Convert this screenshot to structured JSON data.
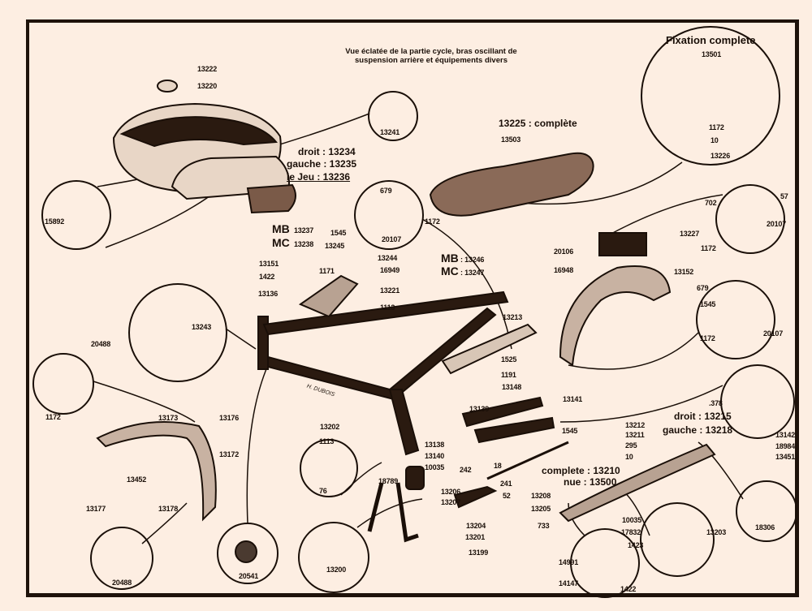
{
  "title": {
    "line1": "Vue éclatée de la partie cycle, bras oscillant de",
    "line2": "suspension arrière et équipements divers"
  },
  "fixation": {
    "title": "Fixation complete",
    "number": "13501"
  },
  "signature": "H. DUBOIS",
  "groups": {
    "tank_badges": {
      "droit": "droit : 13234",
      "gauche": "gauche : 13235",
      "jeu": "le Jeu : 13236"
    },
    "tank_strip": {
      "mb": "MB",
      "mb_num": "13237",
      "mc": "MC",
      "mc_num": "13238"
    },
    "saddle": {
      "complete": "13225 : complète",
      "cover": "13503"
    },
    "frame_plate": {
      "mb": "MB",
      "mb_num": ": 13246",
      "mc": "MC",
      "mc_num": ": 13247"
    },
    "silencer": {
      "droit": "droit : 13215",
      "gauche": "gauche : 13218"
    },
    "rod": {
      "complete": "complete : 13210",
      "nue": "nue : 13500"
    }
  },
  "labels": [
    {
      "id": "13222",
      "text": "13222"
    },
    {
      "id": "13220",
      "text": "13220"
    },
    {
      "id": "13241",
      "text": "13241"
    },
    {
      "id": "15892",
      "text": "15892"
    },
    {
      "id": "679a",
      "text": "679"
    },
    {
      "id": "1545a",
      "text": "1545"
    },
    {
      "id": "1172a",
      "text": "1172"
    },
    {
      "id": "20107a",
      "text": "20107"
    },
    {
      "id": "13245",
      "text": "13245"
    },
    {
      "id": "1171",
      "text": "1171"
    },
    {
      "id": "13244",
      "text": "13244"
    },
    {
      "id": "13151",
      "text": "13151"
    },
    {
      "id": "1422a",
      "text": "1422"
    },
    {
      "id": "16949",
      "text": "16949"
    },
    {
      "id": "13221",
      "text": "13221"
    },
    {
      "id": "1113a",
      "text": "1113"
    },
    {
      "id": "13136",
      "text": "13136"
    },
    {
      "id": "13243",
      "text": "13243"
    },
    {
      "id": "20488a",
      "text": "20488"
    },
    {
      "id": "1172b",
      "text": "1172"
    },
    {
      "id": "13173",
      "text": "13173"
    },
    {
      "id": "13176",
      "text": "13176"
    },
    {
      "id": "13172",
      "text": "13172"
    },
    {
      "id": "13452",
      "text": "13452"
    },
    {
      "id": "13177",
      "text": "13177"
    },
    {
      "id": "13178",
      "text": "13178"
    },
    {
      "id": "20488b",
      "text": "20488"
    },
    {
      "id": "20541",
      "text": "20541"
    },
    {
      "id": "13202",
      "text": "13202"
    },
    {
      "id": "1113b",
      "text": "1113"
    },
    {
      "id": "76",
      "text": "76"
    },
    {
      "id": "13200",
      "text": "13200"
    },
    {
      "id": "18789",
      "text": "18789"
    },
    {
      "id": "13199",
      "text": "13199"
    },
    {
      "id": "13201",
      "text": "13201"
    },
    {
      "id": "13204",
      "text": "13204"
    },
    {
      "id": "13213",
      "text": "13213"
    },
    {
      "id": "1525",
      "text": "1525"
    },
    {
      "id": "1191",
      "text": "1191"
    },
    {
      "id": "13148",
      "text": "13148"
    },
    {
      "id": "13141",
      "text": "13141"
    },
    {
      "id": "13139",
      "text": "13139"
    },
    {
      "id": "13138",
      "text": "13138"
    },
    {
      "id": "13140",
      "text": "13140"
    },
    {
      "id": "10035a",
      "text": "10035"
    },
    {
      "id": "242",
      "text": "242"
    },
    {
      "id": "18",
      "text": "18"
    },
    {
      "id": "241",
      "text": "241"
    },
    {
      "id": "52",
      "text": "52"
    },
    {
      "id": "13206",
      "text": "13206"
    },
    {
      "id": "13207",
      "text": "13207"
    },
    {
      "id": "13208",
      "text": "13208"
    },
    {
      "id": "13205",
      "text": "13205"
    },
    {
      "id": "733",
      "text": "733"
    },
    {
      "id": "1545b",
      "text": "1545"
    },
    {
      "id": "13212",
      "text": "13212"
    },
    {
      "id": "13211",
      "text": "13211"
    },
    {
      "id": "295",
      "text": "295"
    },
    {
      "id": "10",
      "text": "10"
    },
    {
      "id": "378",
      "text": ".378"
    },
    {
      "id": "13142",
      "text": "13142"
    },
    {
      "id": "18984",
      "text": "18984"
    },
    {
      "id": "13451",
      "text": "13451"
    },
    {
      "id": "18306",
      "text": "18306"
    },
    {
      "id": "10035b",
      "text": "10035"
    },
    {
      "id": "17832",
      "text": "17832"
    },
    {
      "id": "1423",
      "text": "1423"
    },
    {
      "id": "13203",
      "text": "13203"
    },
    {
      "id": "14991",
      "text": "14991"
    },
    {
      "id": "14147",
      "text": "14147"
    },
    {
      "id": "1422b",
      "text": "1422"
    },
    {
      "id": "20106",
      "text": "20106"
    },
    {
      "id": "16948",
      "text": "16948"
    },
    {
      "id": "13152",
      "text": "13152"
    },
    {
      "id": "13227",
      "text": "13227"
    },
    {
      "id": "702",
      "text": "702"
    },
    {
      "id": "57",
      "text": "57"
    },
    {
      "id": "20107b",
      "text": "20107"
    },
    {
      "id": "1172c",
      "text": "1172"
    },
    {
      "id": "679b",
      "text": "679"
    },
    {
      "id": "1545c",
      "text": "1545"
    },
    {
      "id": "1172d",
      "text": "1172"
    },
    {
      "id": "20107c",
      "text": "20107"
    },
    {
      "id": "1172e",
      "text": "1172"
    },
    {
      "id": "10b",
      "text": "10"
    },
    {
      "id": "13226",
      "text": "13226"
    }
  ]
}
